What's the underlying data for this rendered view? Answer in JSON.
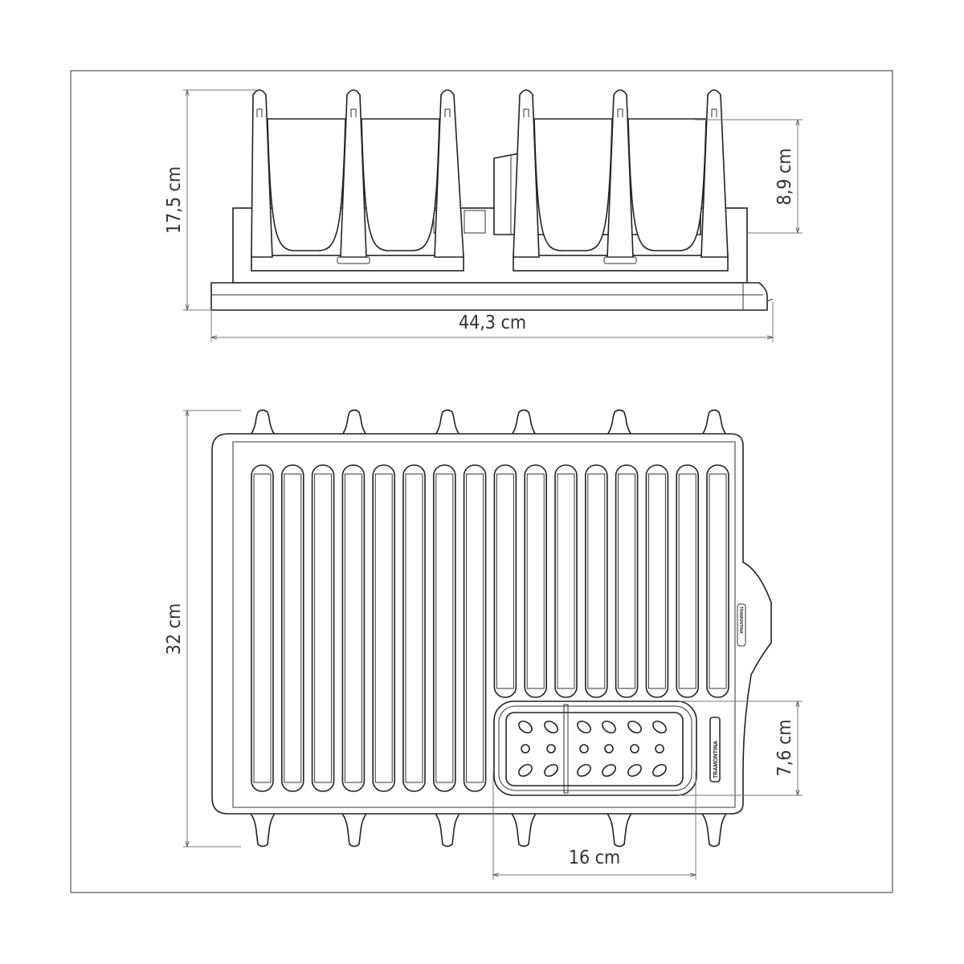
{
  "dimensions": {
    "height_total": "17,5 cm",
    "length_total": "44,3 cm",
    "cutlery_holder_height": "8,9 cm",
    "width_total": "32 cm",
    "cutlery_holder_depth": "7,6 cm",
    "cutlery_holder_length": "16 cm"
  },
  "brand": "TRAMONTINA",
  "colors": {
    "line": "#222222",
    "dimension": "#777777",
    "frame": "#555555"
  }
}
